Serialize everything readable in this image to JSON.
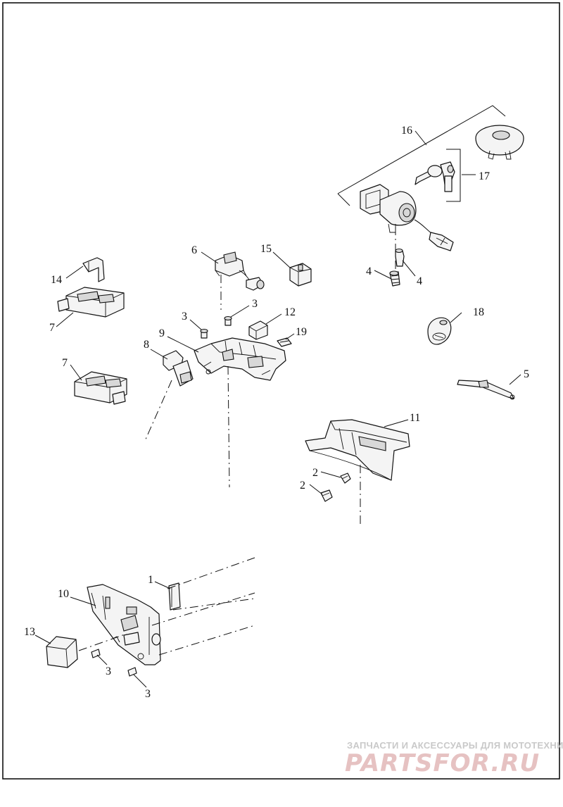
{
  "callouts": {
    "c1": "1",
    "c2a": "2",
    "c2b": "2",
    "c3a": "3",
    "c3b": "3",
    "c3c": "3",
    "c3d": "3",
    "c4a": "4",
    "c4b": "4",
    "c5": "5",
    "c6": "6",
    "c7a": "7",
    "c7b": "7",
    "c8": "8",
    "c9": "9",
    "c10": "10",
    "c11": "11",
    "c12": "12",
    "c13": "13",
    "c14": "14",
    "c15": "15",
    "c16": "16",
    "c17": "17",
    "c18": "18",
    "c19": "19"
  },
  "watermark": {
    "tagline": "ЗАПЧАСТИ И АКСЕССУАРЫ ДЛЯ МОТОТЕХНИКИ",
    "logo": "PARTSFOR.RU"
  }
}
